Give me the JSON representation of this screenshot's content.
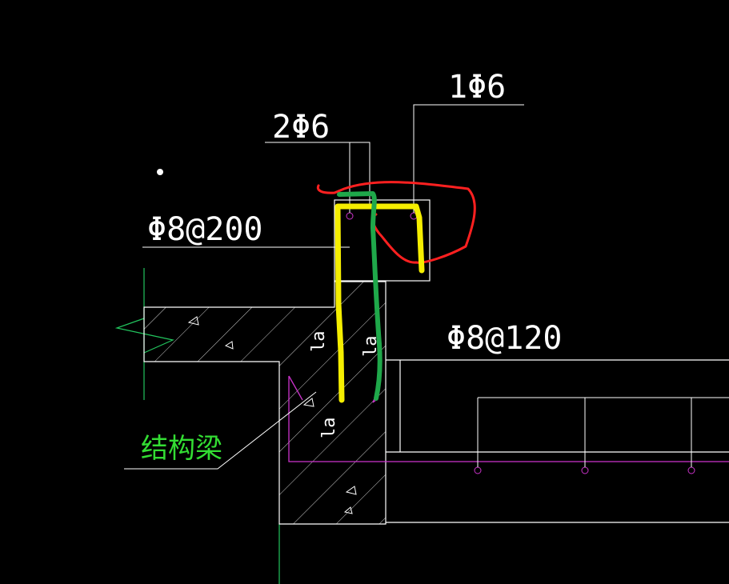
{
  "drawing": {
    "background": "#000000",
    "colors": {
      "outline": "#ffffff",
      "ground_line": "#22c55e",
      "section_label": "#33dd33",
      "rebar_magenta": "#cc33cc",
      "markup_red": "#ff2020",
      "markup_yellow": "#f5ee00",
      "markup_green": "#1fa84a"
    },
    "labels": {
      "top_bar": "1Φ6",
      "side_bar": "2Φ6",
      "stirrup": "Φ8@200",
      "slab_bar": "Φ8@120",
      "beam": "结构梁",
      "la_upper_left": "la",
      "la_upper_right": "la",
      "la_lower": "la"
    }
  }
}
